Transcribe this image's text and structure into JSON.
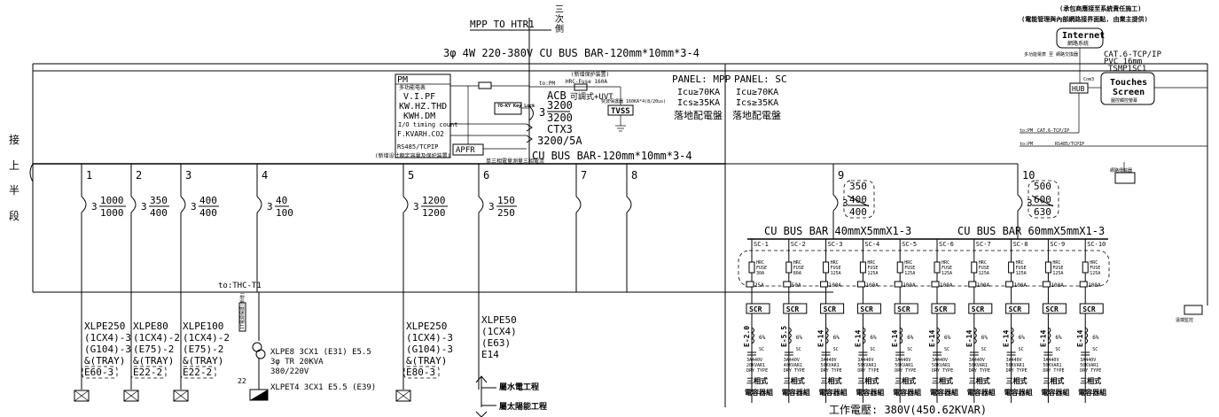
{
  "header": {
    "mpp_to_htr": "MPP TO HTR1",
    "side_mark": [
      "三",
      "次",
      "側"
    ],
    "bus_top": "3φ 4W 220-380V CU BUS BAR-120mm*10mm*3-4",
    "bus_mid": "CU BUS BAR-120mm*10mm*3-4"
  },
  "left_label": [
    "接",
    "上",
    "半",
    "段"
  ],
  "pm_box": {
    "title": "PM",
    "lines": [
      "多功能电表",
      "V.I.PF",
      "KW.HZ.THD",
      "KWH.DM",
      "I/O timing count",
      "F.KVARH.CO2"
    ],
    "comm": "RS485/TCPIP",
    "apfr": "APFR",
    "note_left": "(新增设计额定容量及保护装置)",
    "note_right": "单三相電量測量三相電流"
  },
  "main_breaker": {
    "hrc_fuse": "HRC-Fuse 160A",
    "note_top": "(新增保护装置)",
    "to_pm": "to:PM",
    "acb": "ACB 可調式+UVT",
    "acb_label": "ACB",
    "acb_extra": "可調式+UVT",
    "rating_top": "3200",
    "rating_bottom": "3200",
    "pole": "3",
    "ct": "CTX3",
    "ct_ratio": "3200/5A",
    "key_lock": "70-KY Key Lock",
    "tvss": "TVSS",
    "tvss_note": "突波保護器 160KA*4(8/20us)"
  },
  "panels": [
    {
      "name": "PANEL: MPP",
      "icu": "Icu≥70KA",
      "ics": "Ics≥35KA",
      "label": "落地配電盤"
    },
    {
      "name": "PANEL: SC",
      "icu": "Icu≥70KA",
      "ics": "Ics≥35KA",
      "label": "落地配電盤"
    }
  ],
  "internet": {
    "note1": "(承包商應接至系統責任施工)",
    "note2": "(電能管理與內部網路接界面點, 由業主提供)",
    "box": "Internet",
    "box_sub": "網路系統",
    "cat": "CAT.6-TCP/IP",
    "pvc": "PVC 16mm",
    "tsm": "TSMP1SC1",
    "hub": "HUB",
    "hub_note": "Com3",
    "touch1": "Touches",
    "touch2": "Screen",
    "touch_sub": "圖控觸控螢幕",
    "side_note": "多功能電表 至 網路交換器",
    "to_pm1": "to:PM",
    "to_pm2": "to:PM",
    "cat_small": "CAT.6-TCP/IP",
    "rs_small": "RS485/TCPIP",
    "wifi": "網路傳輸器",
    "remote": "遠端監控"
  },
  "feeders": [
    {
      "num": "1",
      "pole": "3",
      "top": "1000",
      "bottom": "1000"
    },
    {
      "num": "2",
      "pole": "3",
      "top": "350",
      "bottom": "400"
    },
    {
      "num": "3",
      "pole": "3",
      "top": "400",
      "bottom": "400"
    },
    {
      "num": "4",
      "pole": "3",
      "top": "40",
      "bottom": "100"
    },
    {
      "num": "5",
      "pole": "3",
      "top": "1200",
      "bottom": "1200"
    },
    {
      "num": "6",
      "pole": "3",
      "top": "150",
      "bottom": "250"
    },
    {
      "num": "7",
      "pole": "",
      "top": "",
      "bottom": ""
    },
    {
      "num": "8",
      "pole": "",
      "top": "",
      "bottom": ""
    }
  ],
  "sc_feeders": [
    {
      "num": "9",
      "pole": "3",
      "top": "350",
      "mid": "400",
      "bottom": "400"
    },
    {
      "num": "10",
      "pole": "3",
      "top": "500",
      "mid": "600",
      "bottom": "630"
    }
  ],
  "to_thc": "to:THC-T1",
  "cables": [
    {
      "l1": "XLPE250",
      "l2": "(1CX4)-3",
      "l3": "(G104)-3",
      "l4": "&(TRAY)",
      "l5": "E60-3"
    },
    {
      "l1": "XLPE80",
      "l2": "(1CX4)-2",
      "l3": "(E75)-2",
      "l4": "&(TRAY)",
      "l5": "E22-2"
    },
    {
      "l1": "XLPE100",
      "l2": "(1CX4)-2",
      "l3": "(E75)-2",
      "l4": "&(TRAY)",
      "l5": "E22-2"
    },
    {
      "l1": "XLPE250",
      "l2": "(1CX4)-3",
      "l3": "(G104)-3",
      "l4": "&(TRAY)",
      "l5": "E80-3"
    },
    {
      "l1": "XLPE50",
      "l2": "(1CX4)",
      "l3": "(E63)",
      "l4": "E14",
      "l5": ""
    }
  ],
  "transformer": {
    "l1": "XLPE8 3CX1 (E31) E5.5",
    "l2": "3φ TR 20KVA",
    "l3": "380/220V",
    "l4": "XLPET4 3CX1 E5.5 (E39)",
    "ground": "22",
    "side": "IT電源保護(新增)"
  },
  "arrows": [
    "屬水電工程",
    "屬太陽能工程"
  ],
  "sc_bus": {
    "left": "CU BUS BAR 40mmX5mmX1-3",
    "right": "CU BUS BAR 60mmX5mmX1-3"
  },
  "sc_units": [
    {
      "tag": "SC-1",
      "fuse": "HRC FUSE 30A",
      "mccb": "25A",
      "cap": "E-2.0",
      "kvar": "20KVAR1"
    },
    {
      "tag": "SC-2",
      "fuse": "HRC FUSE 80A",
      "mccb": "50A",
      "cap": "E-5.5",
      "kvar": "40KVAR1"
    },
    {
      "tag": "SC-3",
      "fuse": "HRC FUSE 125A",
      "mccb": "100A",
      "cap": "E-14",
      "kvar": "50KVAR1"
    },
    {
      "tag": "SC-4",
      "fuse": "HRC FUSE 125A",
      "mccb": "100A",
      "cap": "E-14",
      "kvar": "50KVAR1"
    },
    {
      "tag": "SC-5",
      "fuse": "HRC FUSE 125A",
      "mccb": "100A",
      "cap": "E-14",
      "kvar": "50KVAR1"
    },
    {
      "tag": "SC-6",
      "fuse": "HRC FUSE 125A",
      "mccb": "100A",
      "cap": "E-14",
      "kvar": "50KVAR1"
    },
    {
      "tag": "SC-7",
      "fuse": "HRC FUSE 125A",
      "mccb": "100A",
      "cap": "E-14",
      "kvar": "50KVAR1"
    },
    {
      "tag": "SC-8",
      "fuse": "HRC FUSE 125A",
      "mccb": "100A",
      "cap": "E-14",
      "kvar": "50KVAR1"
    },
    {
      "tag": "SC-9",
      "fuse": "HRC FUSE 125A",
      "mccb": "100A",
      "cap": "E-14",
      "kvar": "50KVAR1"
    },
    {
      "tag": "SC-10",
      "fuse": "HRC FUSE 125A",
      "mccb": "100A",
      "cap": "E-14",
      "kvar": "50KVAR1"
    }
  ],
  "sc_common": {
    "scr": "SCR",
    "pct": "6%",
    "sc": "SC",
    "v": "3A440V",
    "dry": "DRY TYPE",
    "name1": "三相式",
    "name2": "電容器組"
  },
  "working_voltage": "工作電壓: 380V(450.62KVAR)"
}
